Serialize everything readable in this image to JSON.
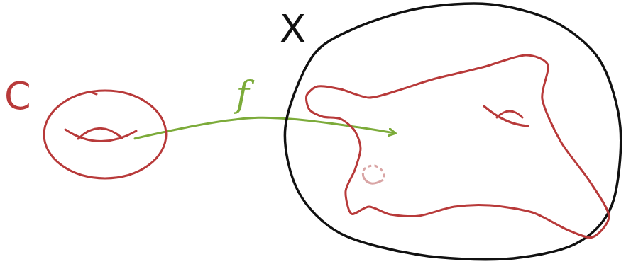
{
  "diagram": {
    "nodes": [
      {
        "text": [
          "C"
        ]
      },
      {
        "text": [
          "X"
        ]
      }
    ],
    "edges": [
      {
        "from": 0,
        "to": 1,
        "arrow": "to",
        "label": "f"
      }
    ]
  }
}
